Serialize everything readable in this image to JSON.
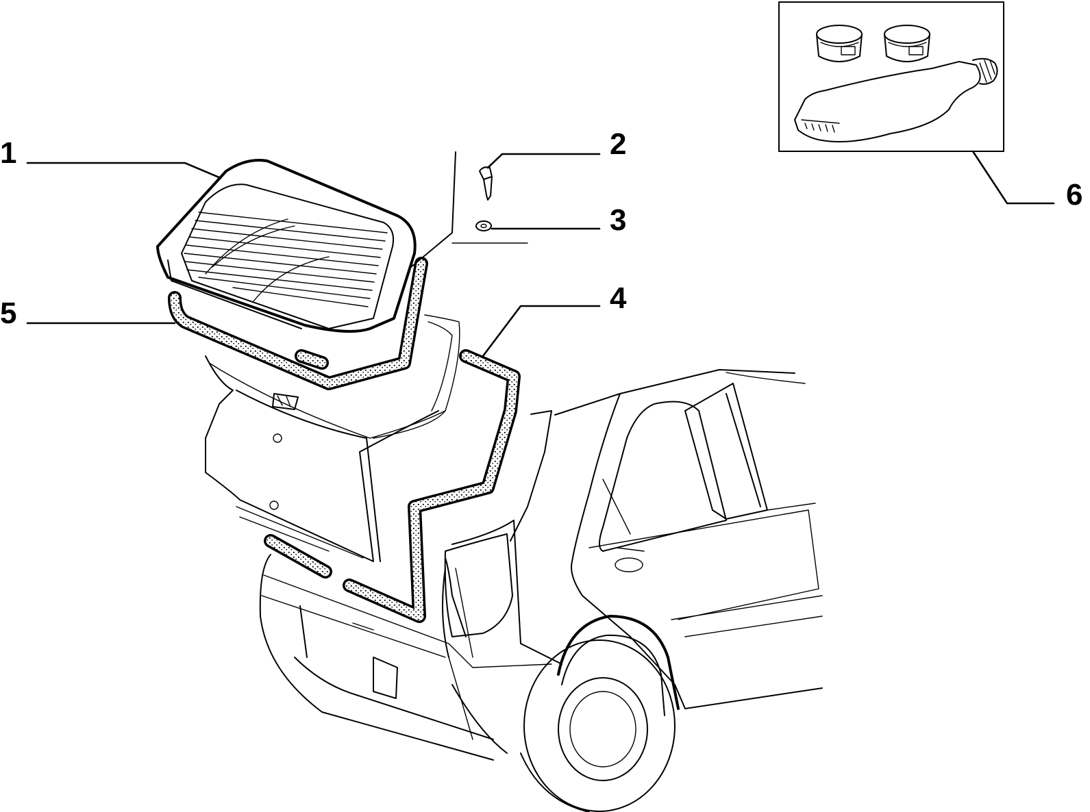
{
  "diagram": {
    "callouts": [
      {
        "id": "1",
        "label": "1"
      },
      {
        "id": "2",
        "label": "2"
      },
      {
        "id": "3",
        "label": "3"
      },
      {
        "id": "4",
        "label": "4"
      },
      {
        "id": "5",
        "label": "5"
      },
      {
        "id": "6",
        "label": "6"
      }
    ],
    "colors": {
      "line": "#000000",
      "background": "#ffffff",
      "seal_fill": "#ffffff"
    }
  }
}
